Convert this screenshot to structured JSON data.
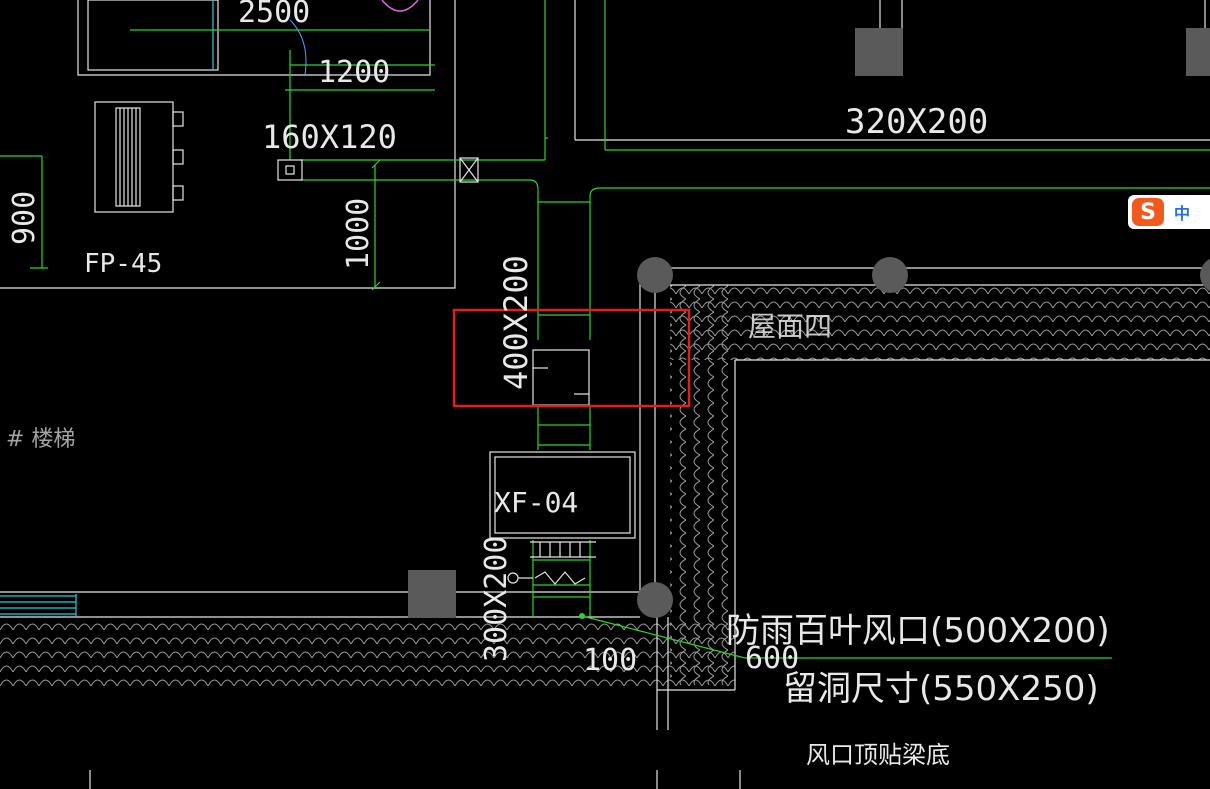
{
  "drawing": {
    "labels": {
      "dim_2500": "2500",
      "dim_1200": "1200",
      "duct_160x120": "160X120",
      "duct_320x200": "320X200",
      "dim_900": "900",
      "unit_fp45": "FP-45",
      "dim_1000": "1000",
      "duct_400x200": "400X200",
      "roof_label": "屋面四",
      "stair_label": "# 楼梯",
      "fan_xf04": "XF-04",
      "duct_300x200": "300X200",
      "louver_label": "防雨百叶风口(500X200)",
      "dim_100": "100",
      "dim_600": "600",
      "opening_label": "留洞尺寸(550X250)",
      "vent_note": "风口顶贴梁底"
    },
    "colors": {
      "background": "#000000",
      "duct_line": "#2fd12f",
      "wall_line": "#ffffff",
      "column_fill": "#5a5a5a",
      "highlight_box": "#e02020",
      "cyan_line": "#2fc8d8",
      "magenta_line": "#d86ad8"
    }
  },
  "ime_toolbar": {
    "logo": "S",
    "mode": "中"
  }
}
